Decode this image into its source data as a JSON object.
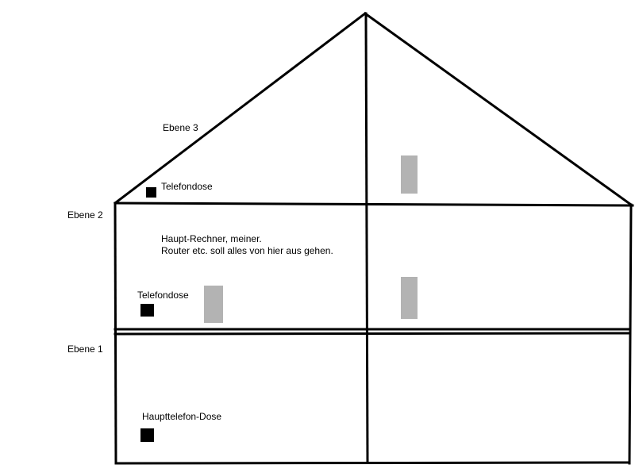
{
  "colors": {
    "line": "#000000",
    "socket": "#000000",
    "radiator": "#b3b3b3",
    "background": "#ffffff"
  },
  "levels": {
    "level_3": "Ebene 3",
    "level_2": "Ebene 2",
    "level_1": "Ebene 1"
  },
  "labels": {
    "phone_socket_level3": "Telefondose",
    "main_computer_line1": "Haupt-Rechner, meiner.",
    "main_computer_line2": "Router etc. soll alles von hier aus gehen.",
    "phone_socket_level2": "Telefondose",
    "main_phone_socket": "Haupttelefon-Dose"
  }
}
